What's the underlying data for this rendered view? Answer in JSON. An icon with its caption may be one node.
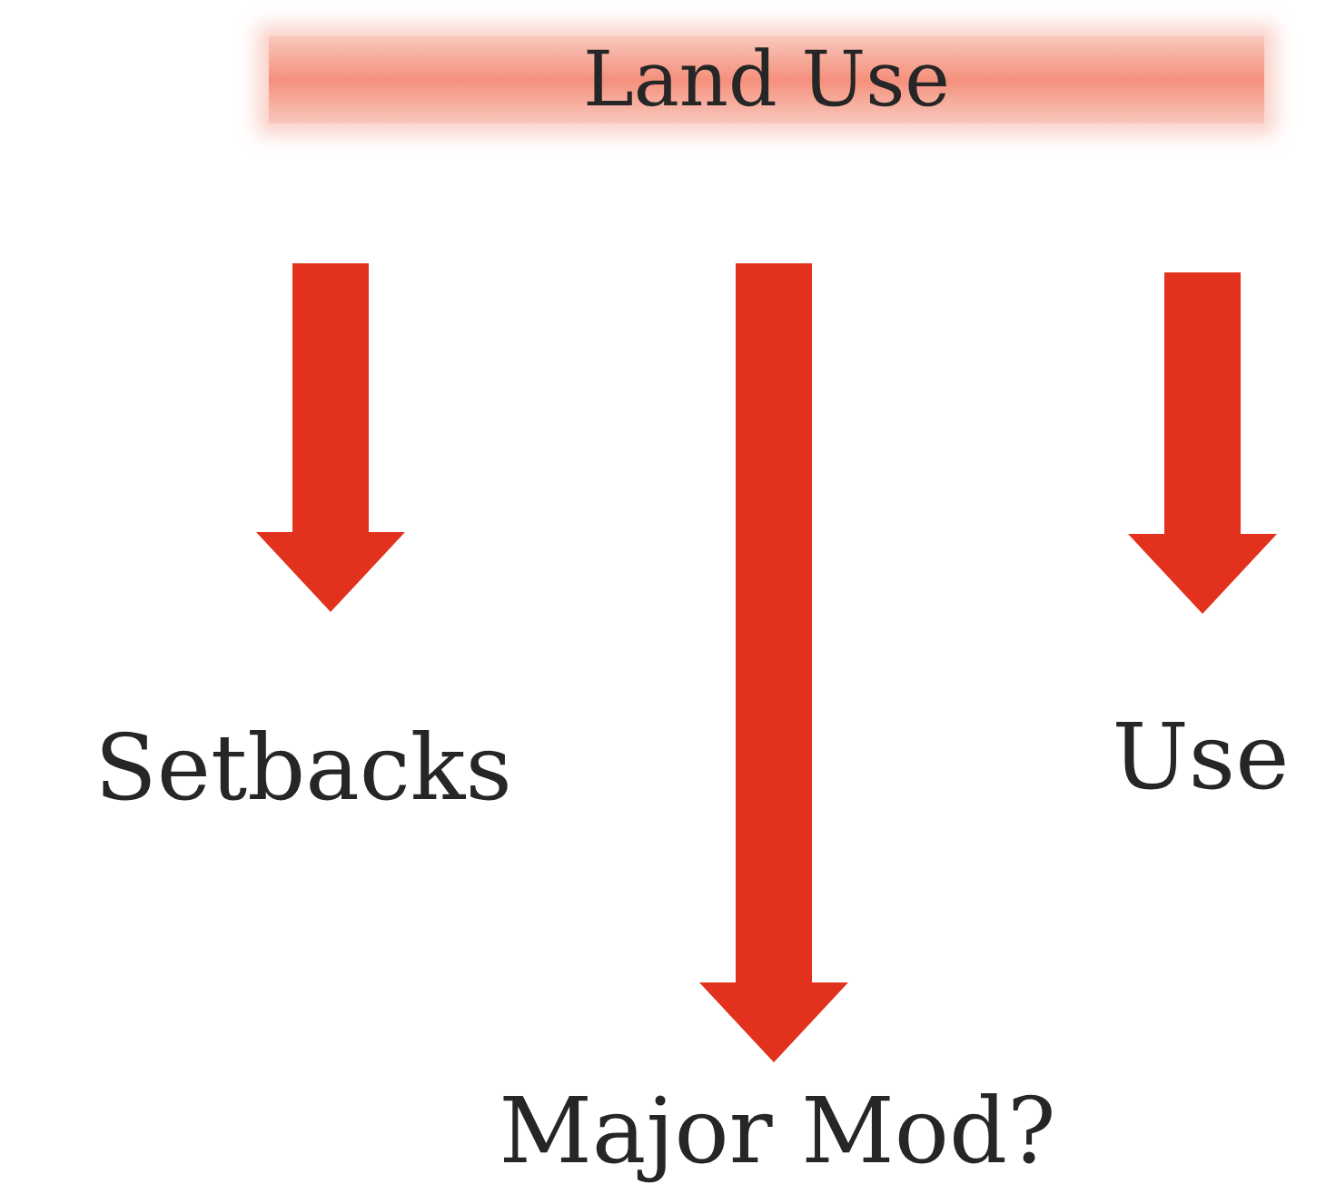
{
  "diagram": {
    "nodes": [
      {
        "text": [
          "Land Use"
        ]
      },
      {
        "text": [
          "Setbacks"
        ]
      },
      {
        "text": [
          "Major Mod?"
        ]
      },
      {
        "text": [
          "Use"
        ]
      }
    ],
    "edges": [
      {
        "from": 0,
        "to": 1,
        "arrow": "to",
        "style": "thick"
      },
      {
        "from": 0,
        "to": 2,
        "arrow": "to",
        "style": "thick"
      },
      {
        "from": 0,
        "to": 3,
        "arrow": "to",
        "style": "thick"
      }
    ]
  }
}
